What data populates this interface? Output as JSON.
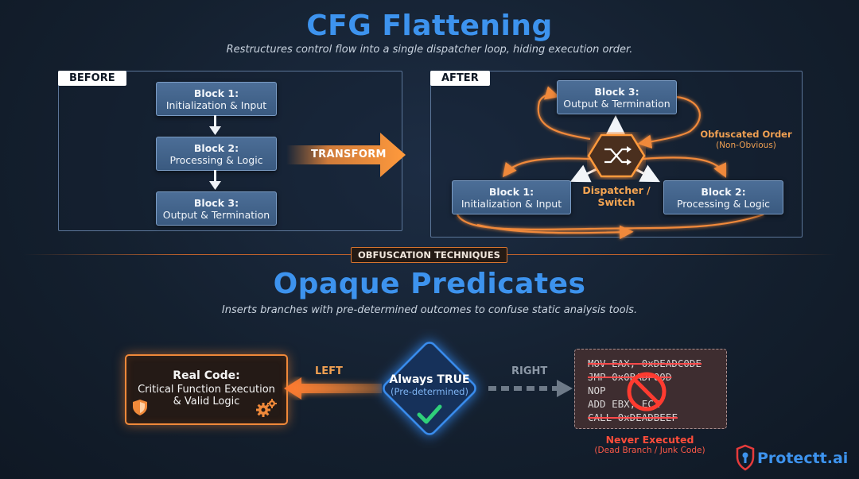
{
  "cfg": {
    "title": "CFG Flattening",
    "subtitle": "Restructures control flow into a single dispatcher loop, hiding execution order.",
    "before": {
      "tag": "BEFORE",
      "blocks": [
        {
          "name": "Block 1:",
          "desc": "Initialization & Input"
        },
        {
          "name": "Block 2:",
          "desc": "Processing & Logic"
        },
        {
          "name": "Block 3:",
          "desc": "Output & Termination"
        }
      ]
    },
    "transform_label": "TRANSFORM",
    "after": {
      "tag": "AFTER",
      "block3": {
        "name": "Block 3:",
        "desc": "Output & Termination"
      },
      "block1": {
        "name": "Block 1:",
        "desc": "Initialization & Input"
      },
      "block2": {
        "name": "Block 2:",
        "desc": "Processing & Logic"
      },
      "dispatcher_line1": "Dispatcher /",
      "dispatcher_line2": "Switch",
      "obfuscated_order": "Obfuscated Order",
      "obfuscated_note": "(Non-Obvious)"
    }
  },
  "section_badge": "OBFUSCATION TECHNIQUES",
  "opaque": {
    "title": "Opaque Predicates",
    "subtitle": "Inserts branches with pre-determined outcomes to confuse static analysis tools.",
    "real_code": {
      "title": "Real Code:",
      "line1": "Critical Function Execution",
      "line2": "& Valid Logic"
    },
    "left_label": "LEFT",
    "right_label": "RIGHT",
    "predicate": {
      "title": "Always TRUE",
      "note": "(Pre-determined)"
    },
    "dead_code_lines": [
      {
        "text": "MOV EAX, 0xDEADC0DE",
        "struck": true
      },
      {
        "text": "JMP 0x0BADF00D",
        "struck": true
      },
      {
        "text": "NOP",
        "struck": false
      },
      {
        "text": "ADD EBX, ECX",
        "struck": false
      },
      {
        "text": "CALL 0xDEADBEEF",
        "struck": true
      }
    ],
    "never_executed": "Never Executed",
    "never_note": "(Dead Branch / Junk Code)"
  },
  "brand": {
    "name": "Protectt.ai"
  },
  "colors": {
    "title_blue": "#3d93ee",
    "accent_orange": "#f0893a",
    "block_blue": "#436690",
    "dead_red": "#ff4d3a",
    "check_green": "#2fd07a"
  },
  "icons": [
    "shuffle-icon",
    "shield-icon",
    "gears-icon",
    "checkmark-icon",
    "prohibited-icon",
    "protectt-logo-icon"
  ]
}
